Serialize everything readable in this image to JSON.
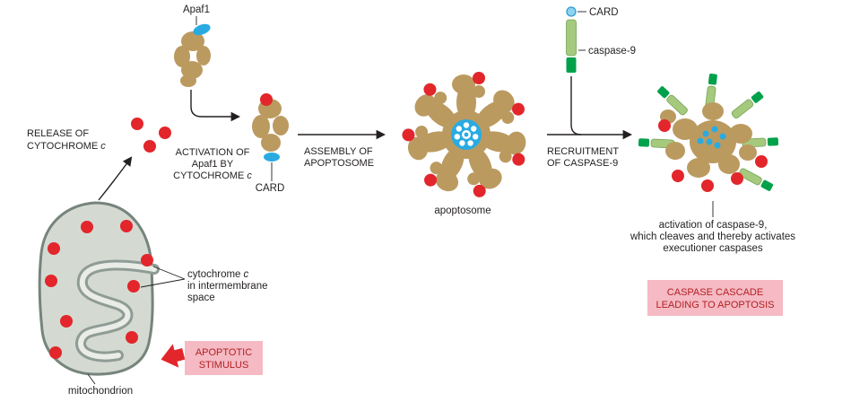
{
  "colors": {
    "apaf1_tan": "#bb9a60",
    "cytochrome_c_red": "#e2262b",
    "card_blue": "#29abe2",
    "caspase9_light_green": "#a5c97d",
    "caspase9_dark_green": "#00a14b",
    "highlight_box_pink": "#f5bac3",
    "highlight_text_red": "#b32025",
    "mitochondrion_fill": "#d4dad2",
    "mitochondrion_outline": "#76847c",
    "text_black": "#231f20"
  },
  "labels": {
    "apaf1": "Apaf1",
    "card_top": "CARD",
    "caspase9": "caspase-9",
    "card_bottom": "CARD",
    "apoptosome": "apoptosome",
    "mitochondrion": "mitochondrion"
  },
  "captions": {
    "release": [
      "RELEASE OF",
      "CYTOCHROME"
    ],
    "release_italic": "c",
    "activation": [
      "ACTIVATION OF",
      "Apaf1 BY",
      "CYTOCHROME"
    ],
    "activation_italic": "c",
    "assembly": [
      "ASSEMBLY OF",
      "APOPTOSOME"
    ],
    "recruitment": [
      "RECRUITMENT",
      "OF CASPASE-9"
    ],
    "cytochrome_note": [
      "cytochrome",
      "in intermembrane",
      "space"
    ],
    "cytochrome_note_italic": "c",
    "caspase_activation": [
      "activation of caspase-9,",
      "which cleaves and thereby activates",
      "executioner caspases"
    ],
    "apoptotic_stimulus": [
      "APOPTOTIC",
      "STIMULUS"
    ],
    "caspase_cascade": [
      "CASPASE CASCADE",
      "LEADING TO APOPTOSIS"
    ]
  }
}
